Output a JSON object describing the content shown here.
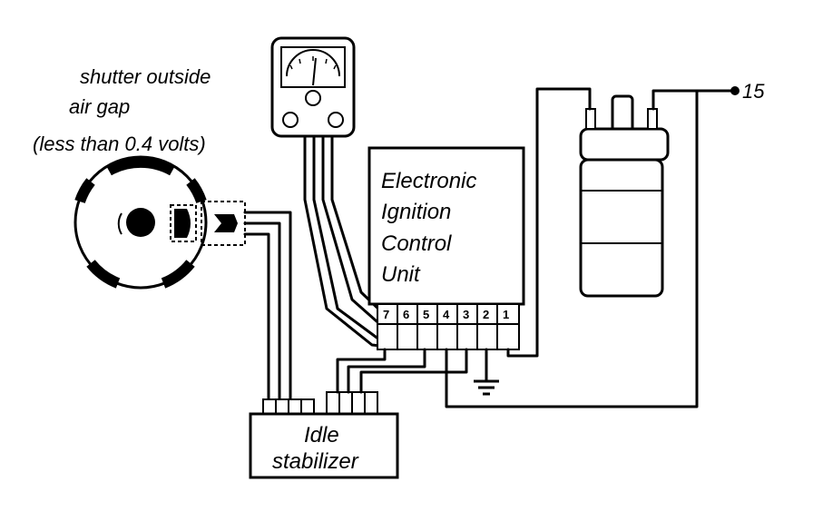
{
  "caption": {
    "line1": "shutter outside",
    "line2": "air gap",
    "line3": "(less than 0.4 volts)"
  },
  "control_unit": {
    "line1": "Electronic",
    "line2": "Ignition",
    "line3": "Control",
    "line4": "Unit",
    "pins": [
      "7",
      "6",
      "5",
      "4",
      "3",
      "2",
      "1"
    ]
  },
  "idle_stabilizer": {
    "line1": "Idle",
    "line2": "stabilizer"
  },
  "terminal": {
    "label": "15"
  }
}
